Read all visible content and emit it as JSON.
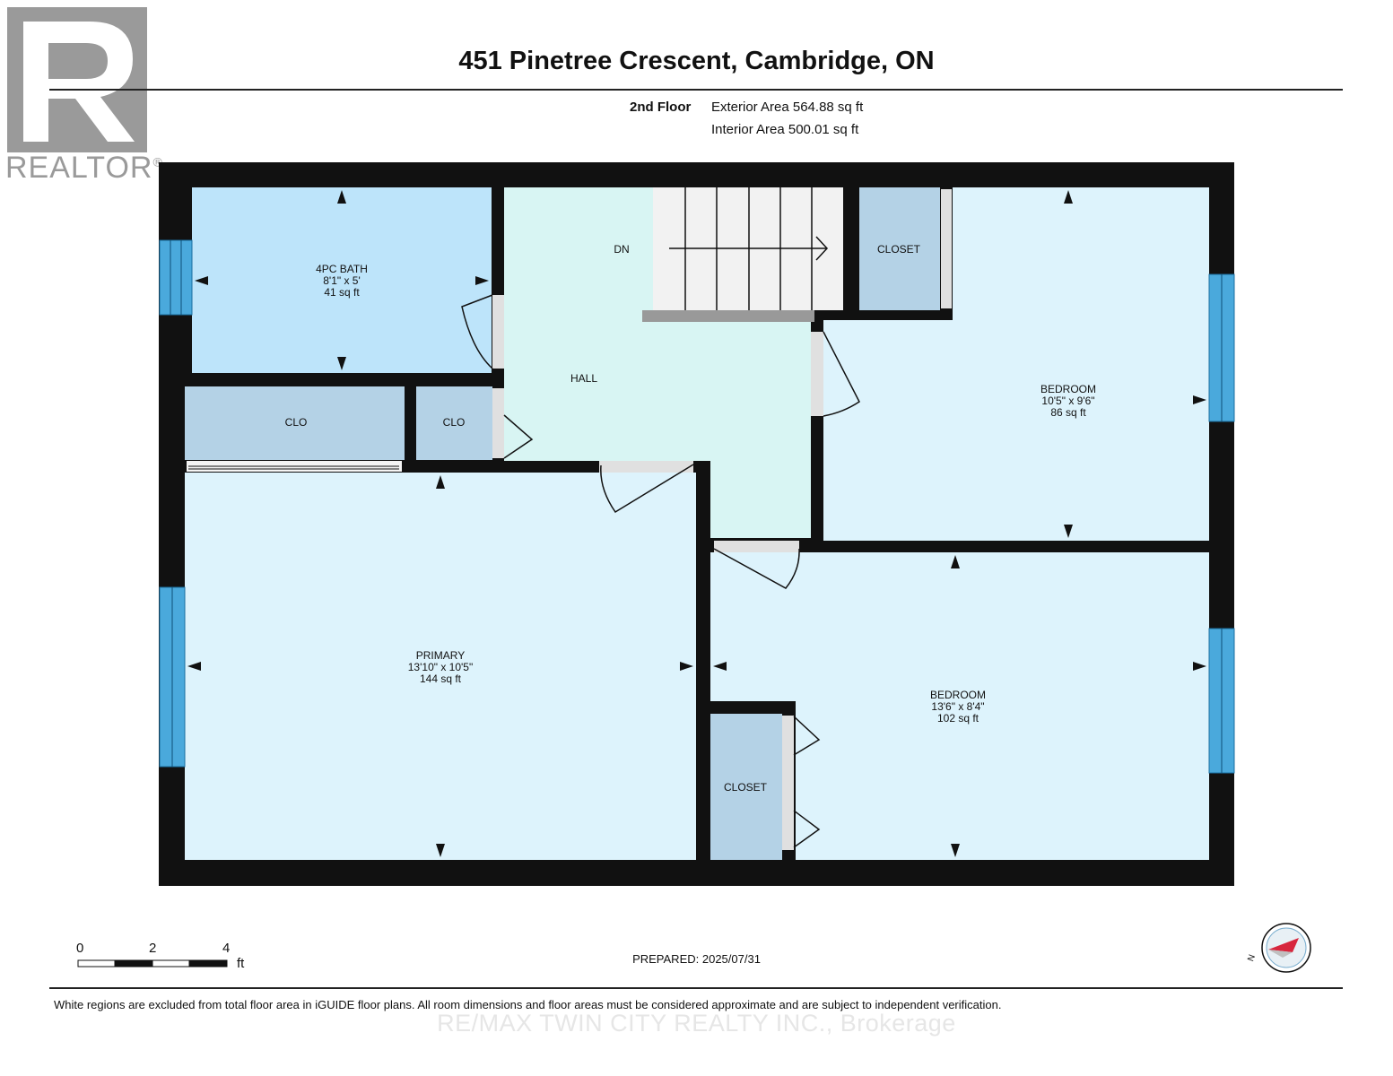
{
  "header": {
    "title": "451 Pinetree Crescent, Cambridge, ON",
    "logo_text": "REALTOR",
    "logo_mark": "®"
  },
  "floor_info": {
    "floor": "2nd Floor",
    "exterior_area": "Exterior Area 564.88 sq ft",
    "interior_area": "Interior Area 500.01 sq ft"
  },
  "rooms": {
    "bath": {
      "name": "4PC BATH",
      "dims": "8'1\" x 5'",
      "area": "41 sq ft"
    },
    "clo1": {
      "name": "CLO"
    },
    "clo2": {
      "name": "CLO"
    },
    "hall": {
      "name": "HALL"
    },
    "stairs": {
      "name": "DN"
    },
    "closet_top": {
      "name": "CLOSET"
    },
    "bedroom1": {
      "name": "BEDROOM",
      "dims": "10'5\" x 9'6\"",
      "area": "86 sq ft"
    },
    "primary": {
      "name": "PRIMARY",
      "dims": "13'10\" x 10'5\"",
      "area": "144 sq ft"
    },
    "bedroom2": {
      "name": "BEDROOM",
      "dims": "13'6\" x 8'4\"",
      "area": "102 sq ft"
    },
    "closet_bottom": {
      "name": "CLOSET"
    }
  },
  "scale": {
    "ticks": [
      "0",
      "2",
      "4"
    ],
    "unit": "ft"
  },
  "compass": {
    "label": "N"
  },
  "prepared": "PREPARED: 2025/07/31",
  "disclaimer": "White regions are excluded from total floor area in iGUIDE floor plans. All room dimensions and floor areas must be considered approximate and are subject to independent verification.",
  "watermark": "RE/MAX TWIN CITY REALTY INC., Brokerage",
  "colors": {
    "wall": "#111111",
    "room": "#ddf3fc",
    "bath": "#bde4fa",
    "hall": "#d8f5f3",
    "closet": "#b4d2e6",
    "window": "#4aa9dc",
    "door_gap": "#e0e0e0"
  }
}
